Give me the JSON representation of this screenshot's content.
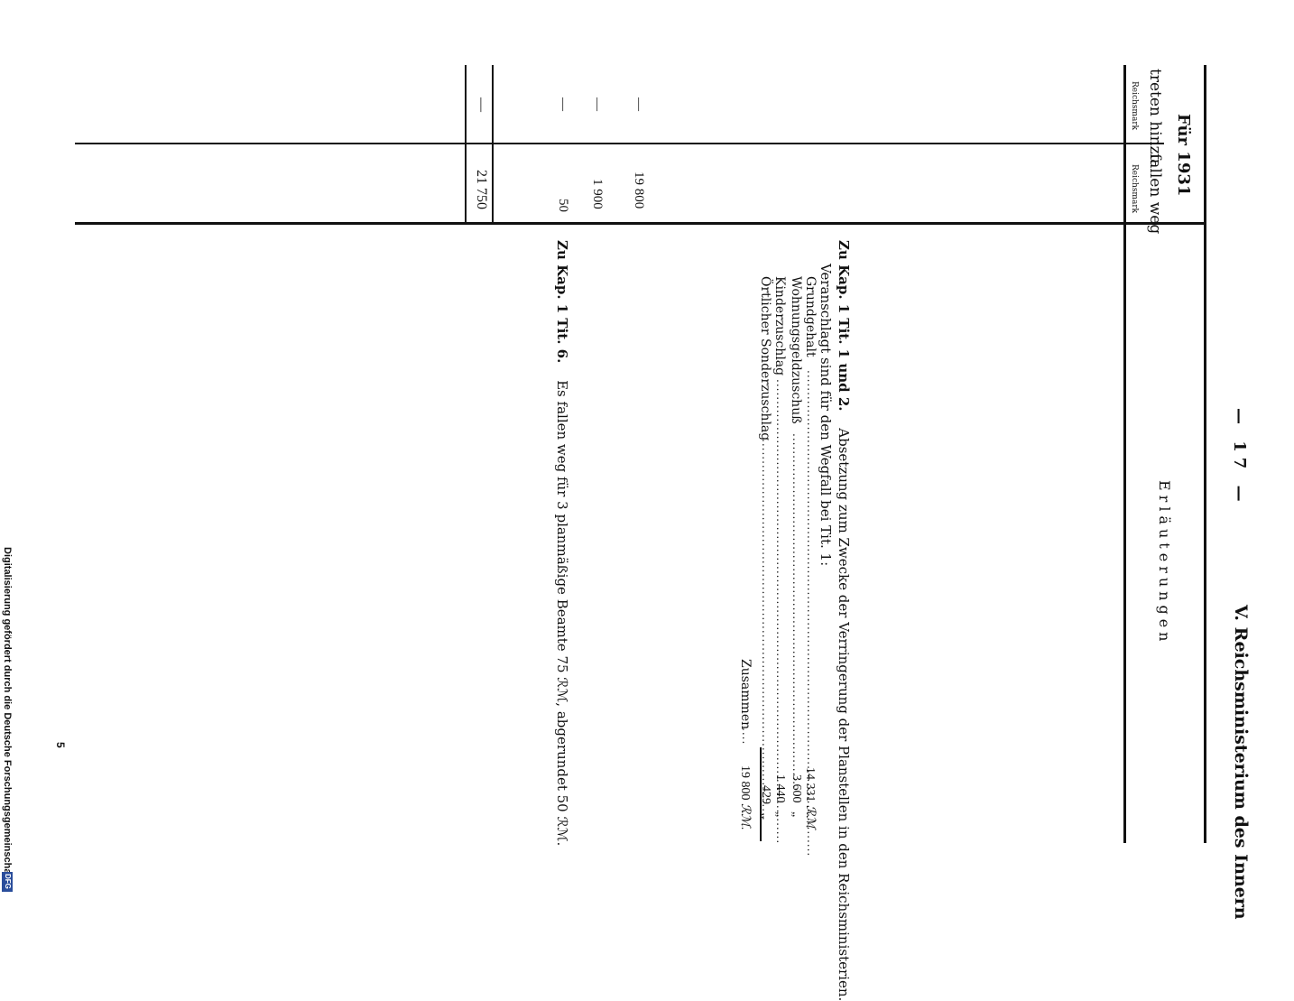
{
  "page": {
    "number": "— 17 —",
    "section_title": "V. Reichsministerium des Innern",
    "column_title": "Erläuterungen",
    "footer": "Digitalisierung gefördert durch die Deutsche Forschungsgemeinschaft",
    "footer_logo": "DFG",
    "sheet_number": "5"
  },
  "table_header": {
    "year_label": "Für 1931",
    "col_add": "treten hinzu",
    "col_remove": "fallen weg",
    "unit_add": "Reichsmark",
    "unit_remove": "Reichsmark"
  },
  "rows": {
    "r1_add": "—",
    "r1_remove": "19 800",
    "r2_add": "—",
    "r2_remove": "1 900",
    "r3_add": "—",
    "r3_remove": "50",
    "total_add": "—",
    "total_remove": "21 750"
  },
  "notes": {
    "n1_heading": "Zu Kap. 1 Tit. 1 und 2.",
    "n1_text": "Absetzung zum Zwecke der Verringerung der Planstellen in den Reichsministerien.",
    "n1_sub": "Veranschlagt sind für den Wegfall bei Tit. 1:",
    "items": [
      {
        "label": "Grundgehalt",
        "amount": "14 331",
        "unit": "ℛℳ"
      },
      {
        "label": "Wohnungsgeldzuschuß",
        "amount": "3 600",
        "unit": "„"
      },
      {
        "label": "Kinderzuschlag",
        "amount": "1 440",
        "unit": "„"
      },
      {
        "label": "Örtlicher Sonderzuschlag",
        "amount": "429",
        "unit": "„"
      }
    ],
    "sum_label": "Zusammen",
    "sum_amount": "19 800",
    "sum_unit": "ℛℳ.",
    "n2_heading": "Zu Kap. 1 Tit. 6.",
    "n2_text": "Es fallen weg für 3 planmäßige Beamte 75 ℛℳ, abgerundet 50 ℛℳ."
  }
}
